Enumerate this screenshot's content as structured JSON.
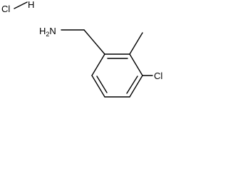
{
  "molecule": {
    "salt": {
      "element_1": "Cl",
      "element_2": "H"
    },
    "amine": {
      "main": "H",
      "subscript": "2",
      "element": "N"
    },
    "chloro": {
      "label": "Cl"
    }
  },
  "colors": {
    "line": "#000000",
    "background": "#ffffff"
  }
}
